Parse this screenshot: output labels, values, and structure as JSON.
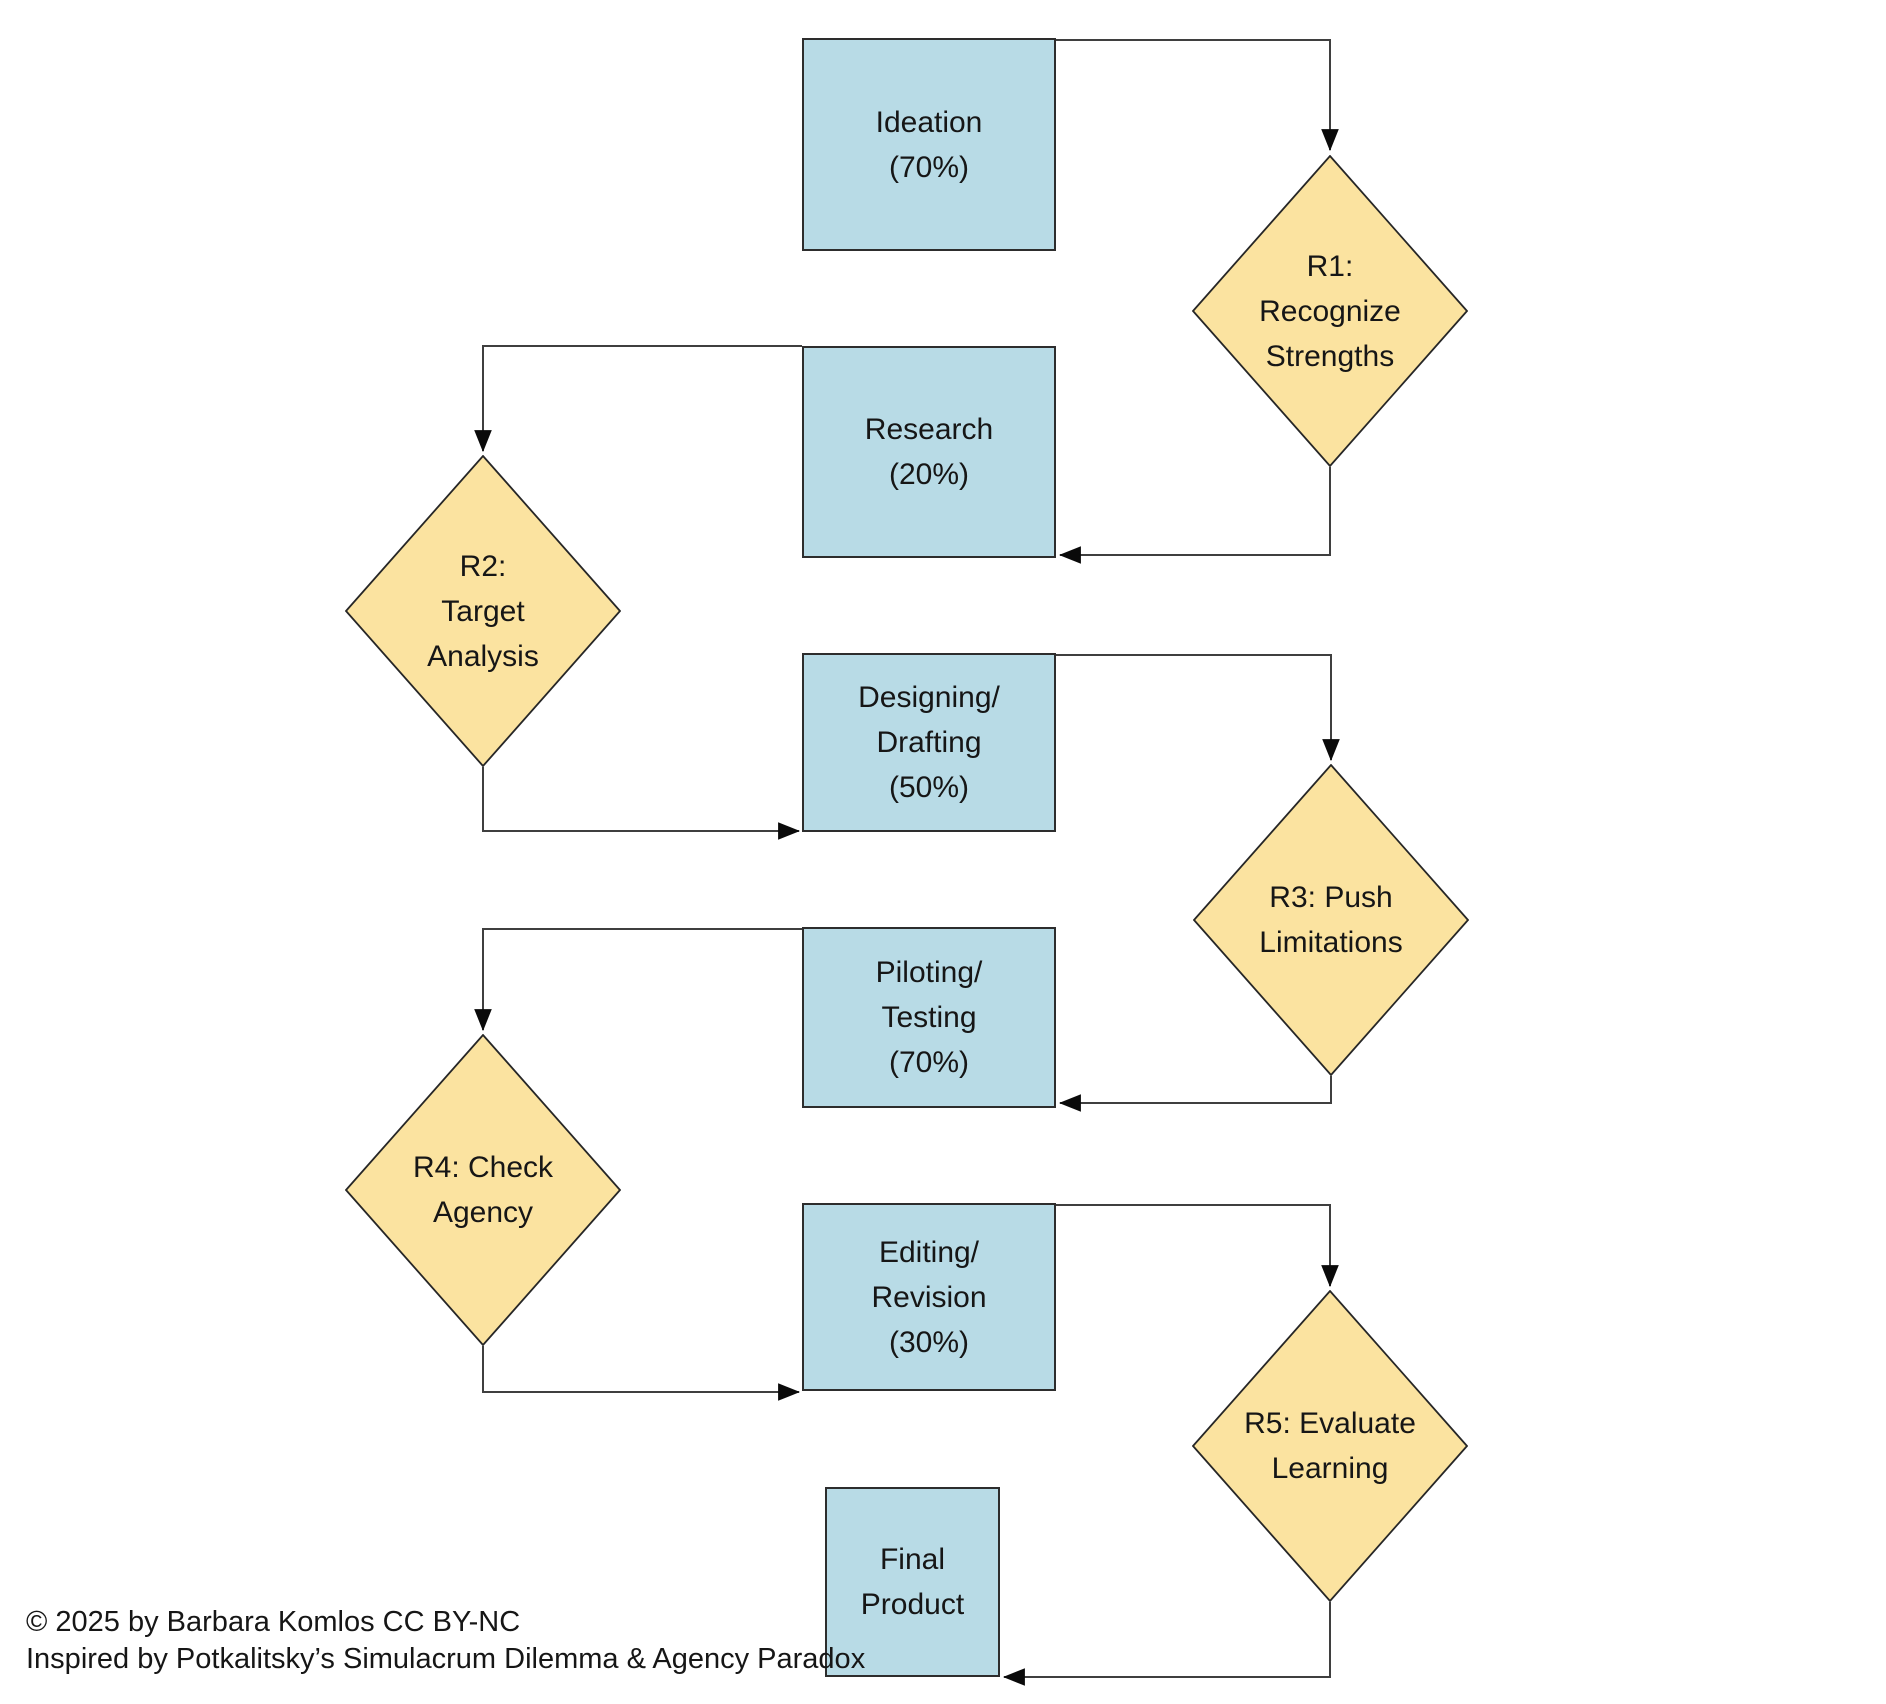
{
  "nodes": {
    "ideation": {
      "line1": "Ideation",
      "line2": "(70%)",
      "line3": ""
    },
    "research": {
      "line1": "Research",
      "line2": "(20%)",
      "line3": ""
    },
    "designing": {
      "line1": "Designing/",
      "line2": "Drafting",
      "line3": "(50%)"
    },
    "piloting": {
      "line1": "Piloting/",
      "line2": "Testing",
      "line3": "(70%)"
    },
    "editing": {
      "line1": "Editing/",
      "line2": "Revision",
      "line3": "(30%)"
    },
    "final": {
      "line1": "Final",
      "line2": "Product",
      "line3": ""
    },
    "r1": {
      "line1": "R1:",
      "line2": "Recognize",
      "line3": "Strengths"
    },
    "r2": {
      "line1": "R2:",
      "line2": "Target",
      "line3": "Analysis"
    },
    "r3": {
      "line1": "R3: Push",
      "line2": "Limitations",
      "line3": ""
    },
    "r4": {
      "line1": "R4: Check",
      "line2": "Agency",
      "line3": ""
    },
    "r5": {
      "line1": "R5: Evaluate",
      "line2": "Learning",
      "line3": ""
    }
  },
  "footer": {
    "line1": "© 2025 by Barbara Komlos CC BY-NC",
    "line2": "Inspired by Potkalitsky’s Simulacrum Dilemma & Agency Paradox"
  },
  "colors": {
    "box_fill": "#B8DBE6",
    "box_border": "#2d2d2d",
    "diamond_fill": "#FBE3A0",
    "diamond_border": "#262626",
    "line": "#3f3f3f",
    "arrow": "#0a0a0a",
    "text": "#161616",
    "page_bg": "#ffffff"
  }
}
